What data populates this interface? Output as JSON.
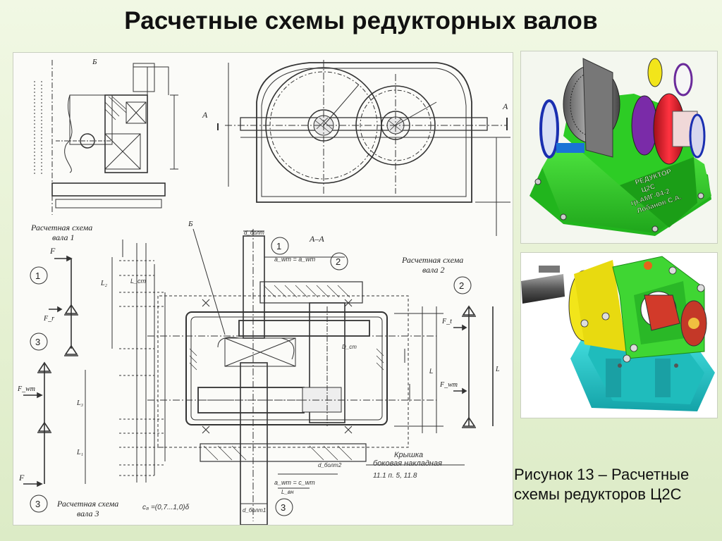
{
  "slide": {
    "title": "Расчетные схемы редукторных валов"
  },
  "drawing": {
    "section_label": "А–А",
    "view_b_label": "Б",
    "view_b_callout": "Б",
    "section_mark_left": "А",
    "section_mark_right": "А",
    "scheme_shaft1": [
      "Расчетная схема",
      "вала 1"
    ],
    "scheme_shaft2": [
      "Расчетная схема",
      "вала 2"
    ],
    "scheme_shaft3": [
      "Расчетная схема",
      "вала 3"
    ],
    "circle_labels": [
      "1",
      "2",
      "3",
      "1",
      "3",
      "2",
      "3"
    ],
    "cover_note": [
      "Крышка",
      "боковая накладная"
    ],
    "cover_ref": "11.1    п. 5,    11.8",
    "formula": "c₈ =(0,7...1,0)δ",
    "dim_awt": "a_wт = a_wт",
    "force_F_top": "F",
    "force_F_bottom": "F",
    "force_Fr": "F_r",
    "force_Ft": "F_t",
    "force_Fw": "F_wт",
    "force_Fw2": "F_wт",
    "dim_labels": {
      "L": "L",
      "L1": "L₁",
      "L2": "L₂",
      "L3": "L₃",
      "Lcm": "L_cm",
      "dcm": "D_cm",
      "dbot1": "d_болт",
      "dbot2": "d_болт2",
      "dbot1b": "d_болт1",
      "Lbn": "L_вн",
      "awt": "a_wт = c_wт"
    }
  },
  "renders": {
    "top_housing_text": [
      "РЕДУКТОР",
      "Ц2С",
      "гр.АМГ-04-2",
      "Лобанов С.А."
    ]
  },
  "caption": {
    "line1": "Рисунок 13 – Расчетные",
    "line2": "схемы редукторов Ц2С"
  },
  "colors": {
    "green_housing": "#2fd02a",
    "gear_red": "#d81f2a",
    "cyan_base": "#22c6c6",
    "yellow_cover": "#f2e51a"
  }
}
